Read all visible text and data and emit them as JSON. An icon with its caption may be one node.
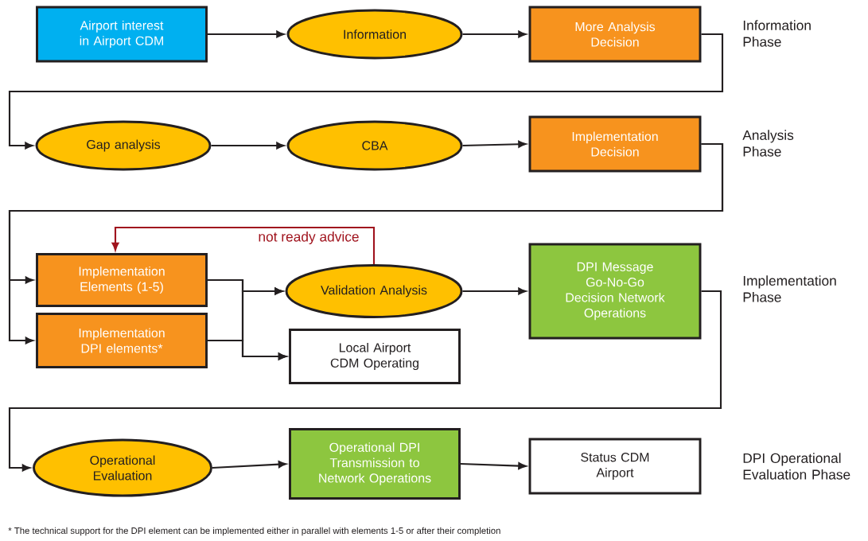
{
  "diagram": {
    "nodes": [
      {
        "text": [
          "Airport interest in Airport CDM"
        ]
      },
      {
        "text": [
          "Information"
        ]
      },
      {
        "text": [
          "More Analysis Decision"
        ]
      },
      {
        "text": [
          "Gap analysis"
        ]
      },
      {
        "text": [
          "CBA"
        ]
      },
      {
        "text": [
          "Implementation Decision"
        ]
      },
      {
        "text": [
          "Implementation Elements (1-5)"
        ]
      },
      {
        "text": [
          "Implementation DPI elements*"
        ]
      },
      {
        "text": [
          "Validation Analysis"
        ]
      },
      {
        "text": [
          "Local Airport CDM Operating"
        ]
      },
      {
        "text": [
          "DPI Message Go-No-Go Decision Network Operations"
        ]
      },
      {
        "text": [
          "Operational Evaluation"
        ]
      },
      {
        "text": [
          "Operational DPI Transmission to Network Operations"
        ]
      },
      {
        "text": [
          "Status CDM Airport"
        ]
      }
    ],
    "edges": [
      {
        "from": 0,
        "to": 1,
        "arrow": "to"
      },
      {
        "from": 1,
        "to": 2,
        "arrow": "to"
      },
      {
        "from": 2,
        "to": 3,
        "arrow": "to"
      },
      {
        "from": 3,
        "to": 4,
        "arrow": "to"
      },
      {
        "from": 4,
        "to": 5,
        "arrow": "to"
      },
      {
        "from": 5,
        "to": 6,
        "arrow": "to"
      },
      {
        "from": 5,
        "to": 7,
        "arrow": "to"
      },
      {
        "from": 6,
        "to": 8,
        "arrow": "to"
      },
      {
        "from": 6,
        "to": 9,
        "arrow": "to"
      },
      {
        "from": 7,
        "to": 8,
        "arrow": "to"
      },
      {
        "from": 7,
        "to": 9,
        "arrow": "to"
      },
      {
        "from": 8,
        "to": 6,
        "arrow": "to",
        "label": "not ready advice",
        "color": "#a0141e"
      },
      {
        "from": 8,
        "to": 10,
        "arrow": "to"
      },
      {
        "from": 10,
        "to": 11,
        "arrow": "to"
      },
      {
        "from": 11,
        "to": 12,
        "arrow": "to"
      },
      {
        "from": 12,
        "to": 13,
        "arrow": "to"
      }
    ],
    "labels": [
      "Information Phase",
      "Analysis Phase",
      "Implementation Phase",
      "DPI Operational Evaluation Phase",
      "* The technical support for the DPI element can be implemented either in parallel with elements 1-5 or after their completion"
    ]
  }
}
